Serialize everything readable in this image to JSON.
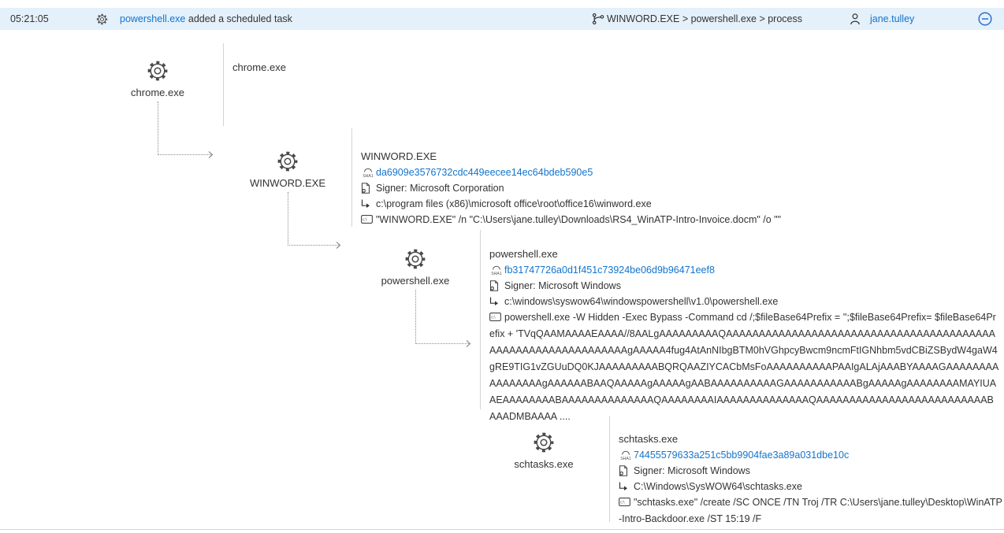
{
  "colors": {
    "topbar-bg": "#e4f0fa",
    "link": "#1374cc",
    "text": "#333333",
    "divider": "#d4d4d4",
    "connector": "#8c8c8c",
    "accent-blue": "#2e6fcb",
    "icon": "#4a4a4a"
  },
  "topbar": {
    "time": "05:21:05",
    "alert_process": "powershell.exe",
    "alert_text": " added a scheduled task",
    "breadcrumb": "WINWORD.EXE > powershell.exe > process",
    "user": "jane.tulley"
  },
  "icons": [
    "gear-icon",
    "process-gear-icon",
    "sha1-icon",
    "signer-certificate-icon",
    "file-path-icon",
    "command-line-icon",
    "process-tree-icon",
    "person-icon",
    "collapse-minus-icon",
    "arrow-head-icon"
  ],
  "nodes": {
    "chrome": {
      "label": "chrome.exe",
      "title": "chrome.exe"
    },
    "winword": {
      "label": "WINWORD.EXE",
      "title": "WINWORD.EXE",
      "sha1": "da6909e3576732cdc449eecee14ec64bdeb590e5",
      "signer": "Signer: Microsoft Corporation",
      "path": "c:\\program files (x86)\\microsoft office\\root\\office16\\winword.exe",
      "command": "\"WINWORD.EXE\" /n \"C:\\Users\\jane.tulley\\Downloads\\RS4_WinATP-Intro-Invoice.docm\" /o \"\""
    },
    "powershell": {
      "label": "powershell.exe",
      "title": "powershell.exe",
      "sha1": "fb31747726a0d1f451c73924be06d9b96471eef8",
      "signer": "Signer: Microsoft Windows",
      "path": "c:\\windows\\syswow64\\windowspowershell\\v1.0\\powershell.exe",
      "command": "powershell.exe -W Hidden -Exec Bypass -Command cd /;$fileBase64Prefix = '';$fileBase64Prefix= $fileBase64Prefix + 'TVqQAAMAAAAEAAAA//8AALgAAAAAAAAAQAAAAAAAAAAAAAAAAAAAAAAAAAAAAAAAAAAAAAAAAAAAAAAAAAAAAAAAAAAAAAAgAAAAA4fug4AtAnNIbgBTM0hVGhpcyBwcm9ncmFtIGNhbm5vdCBiZSBydW4gaW4gRE9TIG1vZGUuDQ0KJAAAAAAAAABQRQAAZIYCACbMsFoAAAAAAAAAAPAAIgALAjAAABYAAAAGAAAAAAAAAAAAAAAAgAAAAAABAAQAAAAAgAAAAAgAABAAAAAAAAAAGAAAAAAAAAAABgAAAAAgAAAAAAAAMAYIUAAEAAAAAAAABAAAAAAAAAAAAAAQAAAAAAAAIAAAAAAAAAAAAAAQAAAAAAAAAAAAAAAAAAAAAAAAAABAAADMBAAAA ...."
    },
    "schtasks": {
      "label": "schtasks.exe",
      "title": "schtasks.exe",
      "sha1": "74455579633a251c5bb9904fae3a89a031dbe10c",
      "signer": "Signer: Microsoft Windows",
      "path": "C:\\Windows\\SysWOW64\\schtasks.exe",
      "command": "\"schtasks.exe\" /create /SC ONCE /TN Troj /TR C:\\Users\\jane.tulley\\Desktop\\WinATP-Intro-Backdoor.exe /ST 15:19 /F"
    }
  }
}
